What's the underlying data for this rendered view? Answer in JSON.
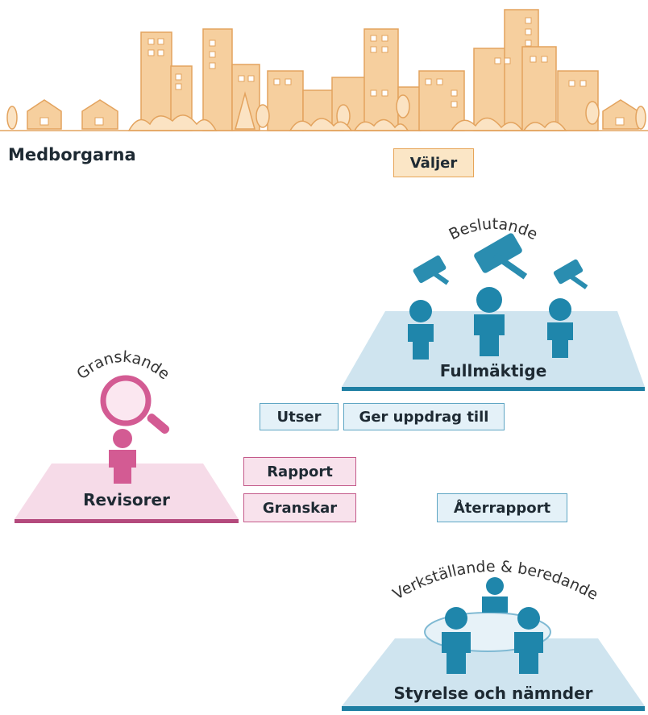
{
  "citizens": {
    "label": "Medborgarna"
  },
  "tags": {
    "valjer": "Väljer",
    "utser": "Utser",
    "ger_uppdrag": "Ger uppdrag till",
    "rapport": "Rapport",
    "granskar": "Granskar",
    "aterrapport": "Återrapport"
  },
  "fullmaktige": {
    "label": "Fullmäktige",
    "role": "Beslutande"
  },
  "revisorer": {
    "label": "Revisorer",
    "role": "Granskande"
  },
  "styrelse": {
    "label": "Styrelse och nämnder",
    "role": "Verkställande & beredande"
  },
  "colors": {
    "orange": "#f4c58c",
    "orange_dark": "#e7a558",
    "blue": "#2a8db0",
    "blue_light": "#cfe4ef",
    "pink": "#d35b93",
    "pink_light": "#f6dbe8"
  }
}
